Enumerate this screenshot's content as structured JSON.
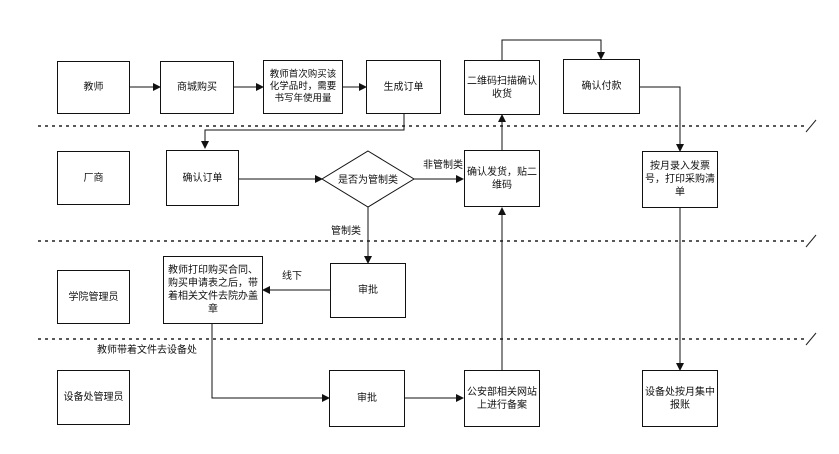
{
  "lanes": [
    {
      "id": "teacher",
      "label": "教师"
    },
    {
      "id": "vendor",
      "label": "厂商"
    },
    {
      "id": "college_admin",
      "label": "学院管理员"
    },
    {
      "id": "equip_admin",
      "label": "设备处管理员"
    }
  ],
  "nodes": {
    "mall_purchase": "商城购买",
    "first_purchase_note": "教师首次购买该化学品时，需要书写年使用量",
    "generate_order": "生成订单",
    "scan_confirm": "二维码扫描确认收货",
    "confirm_payment": "确认付款",
    "confirm_order": "确认订单",
    "is_controlled": "是否为管制类",
    "ship_label": "确认发货，贴二维码",
    "monthly_invoice": "按月录入发票号，打印采购清单",
    "print_contract": "教师打印购买合同、购买申请表之后，带着相关文件去院办盖章",
    "college_approve": "审批",
    "equip_approve": "审批",
    "police_record": "公安部相关网站上进行备案",
    "monthly_reimburse": "设备处按月集中报账"
  },
  "edge_labels": {
    "non_controlled": "非管制类",
    "controlled": "管制类",
    "offline": "线下",
    "bring_docs": "教师带着文件去设备处"
  }
}
